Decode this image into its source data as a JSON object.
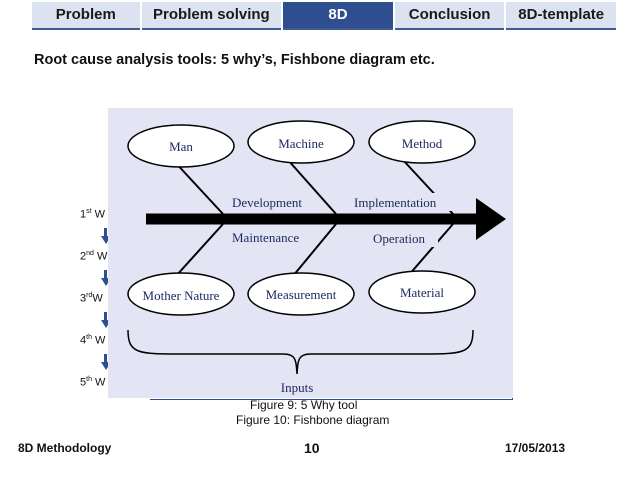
{
  "nav": {
    "tabs": [
      {
        "label": "Problem",
        "active": false
      },
      {
        "label": "Problem solving",
        "active": false
      },
      {
        "label": "8D",
        "active": true
      },
      {
        "label": "Conclusion",
        "active": false
      },
      {
        "label": "8D-template",
        "active": false
      }
    ]
  },
  "slide": {
    "title": "Root cause analysis tools: 5 why’s, Fishbone diagram etc."
  },
  "why_steps": [
    {
      "num": "1",
      "suffix": "st",
      "letter": "W"
    },
    {
      "num": "2",
      "suffix": "nd",
      "letter": "W"
    },
    {
      "num": "3",
      "suffix": "rd",
      "letter": "W"
    },
    {
      "num": "4",
      "suffix": "th",
      "letter": "W"
    },
    {
      "num": "5",
      "suffix": "th",
      "letter": "W"
    }
  ],
  "fishbone": {
    "top_causes": [
      "Man",
      "Machine",
      "Method"
    ],
    "bottom_causes": [
      "Mother Nature",
      "Measurement",
      "Material"
    ],
    "spine_labels_top": [
      "Development",
      "Implementation"
    ],
    "spine_labels_bottom": [
      "Maintenance",
      "Operation"
    ],
    "brace_label": "Inputs"
  },
  "captions": {
    "figure9": "Figure 9: 5 Why tool",
    "figure10": "Figure 10: Fishbone diagram"
  },
  "footer": {
    "left": "8D Methodology",
    "page": "10",
    "date": "17/05/2013"
  }
}
